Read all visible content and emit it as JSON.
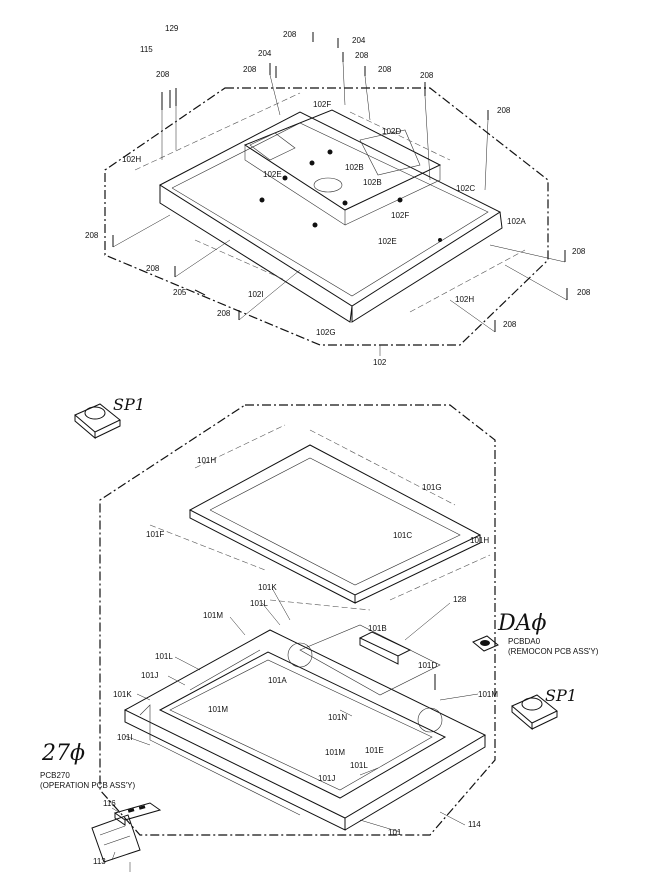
{
  "callouts": {
    "c129": "129",
    "c115": "115",
    "c208_a": "208",
    "c204_a": "204",
    "c208_b": "208",
    "c204_b": "204",
    "c208_c": "208",
    "c208_d": "208",
    "c208_e": "208",
    "c208_f": "208",
    "c208_g": "208",
    "c102F_a": "102F",
    "c102D": "102D",
    "c102H_a": "102H",
    "c102E_a": "102E",
    "c102B_a": "102B",
    "c102B_b": "102B",
    "c102C": "102C",
    "c102F_b": "102F",
    "c102E_b": "102E",
    "c102A": "102A",
    "c208_h": "208",
    "c208_i": "208",
    "c208_j": "208",
    "c205": "205",
    "c102I": "102I",
    "c208_k": "208",
    "c102H_b": "102H",
    "c208_l": "208",
    "c208_m": "208",
    "c102G": "102G",
    "c102": "102",
    "c101H_a": "101H",
    "c101G": "101G",
    "c101F": "101F",
    "c101C": "101C",
    "c101H_b": "101H",
    "c101K_a": "101K",
    "c101L_a": "101L",
    "c128": "128",
    "c101M_a": "101M",
    "c101B": "101B",
    "c101L_b": "101L",
    "c101J_a": "101J",
    "c101A": "101A",
    "c101D": "101D",
    "c101M_b": "101M",
    "c101K_b": "101K",
    "c101M_c": "101M",
    "c101N": "101N",
    "c101I": "101I",
    "c101M_d": "101M",
    "c101E": "101E",
    "c101L_c": "101L",
    "c101J_b": "101J",
    "c101": "101",
    "c114": "114",
    "c116": "116",
    "c113": "113"
  },
  "handwritten": {
    "sp1_a": "SP1",
    "sp1_b": "SP1",
    "daq": "DAϕ",
    "n270": "27ϕ"
  },
  "notes": {
    "pcbdao_line1": "PCBDA0",
    "pcbdao_line2": "(REMOCON PCB ASS'Y)",
    "pcb270_line1": "PCB270",
    "pcb270_line2": "(OPERATION PCB ASS'Y)"
  }
}
